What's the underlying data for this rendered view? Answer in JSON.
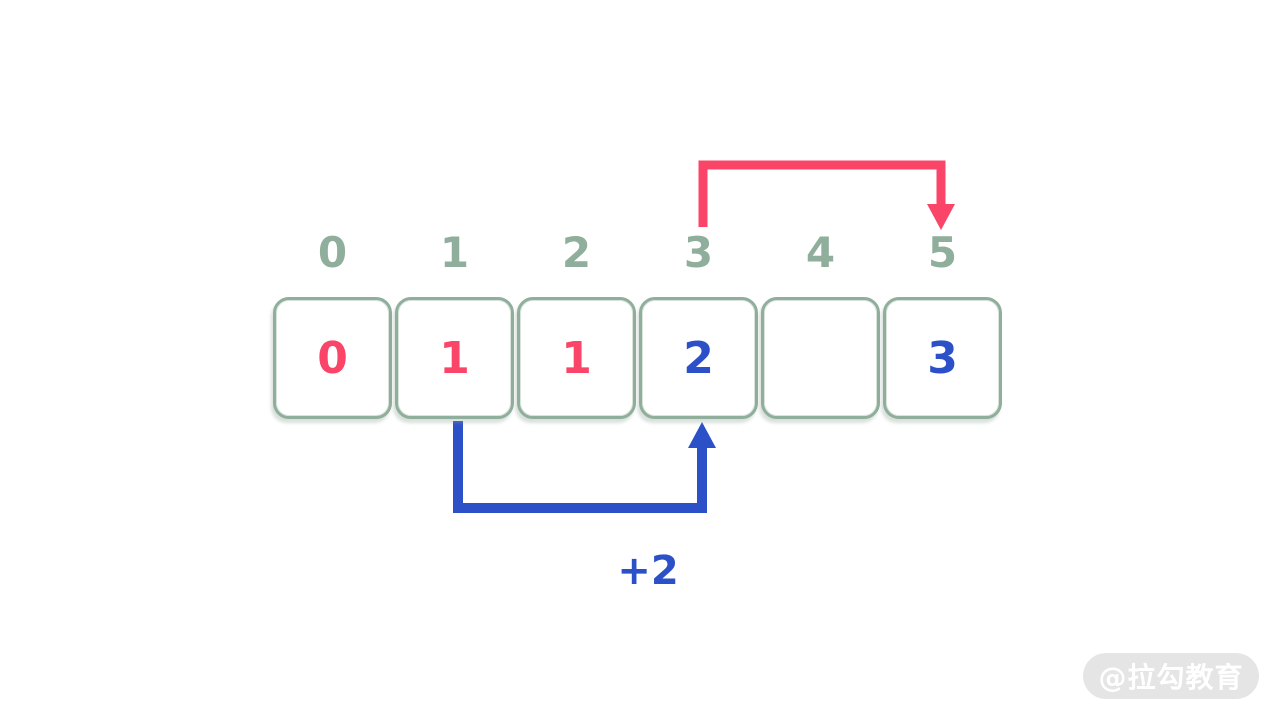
{
  "array": {
    "indices": [
      "0",
      "1",
      "2",
      "3",
      "4",
      "5"
    ],
    "cells": [
      {
        "value": "0",
        "color": "#fa4468"
      },
      {
        "value": "1",
        "color": "#fa4468"
      },
      {
        "value": "1",
        "color": "#fa4468"
      },
      {
        "value": "2",
        "color": "#2c50c8"
      },
      {
        "value": "",
        "color": ""
      },
      {
        "value": "3",
        "color": "#2c50c8"
      }
    ]
  },
  "arrows": {
    "red_arrow": {
      "from_index": "3",
      "to_index": "5",
      "position": "top"
    },
    "blue_arrow": {
      "from_index": "1",
      "to_index": "3",
      "position": "bottom",
      "label": "+2"
    }
  },
  "watermark": {
    "text": "@拉勾教育"
  },
  "colors": {
    "background": "#ffffff",
    "index_label": "#8fae9b",
    "cell_border": "#8fae9b",
    "red_arrow": "#fa4468",
    "blue_arrow": "#2c50c8",
    "watermark_bg": "#e5e5e5",
    "watermark_text": "#ffffff"
  }
}
